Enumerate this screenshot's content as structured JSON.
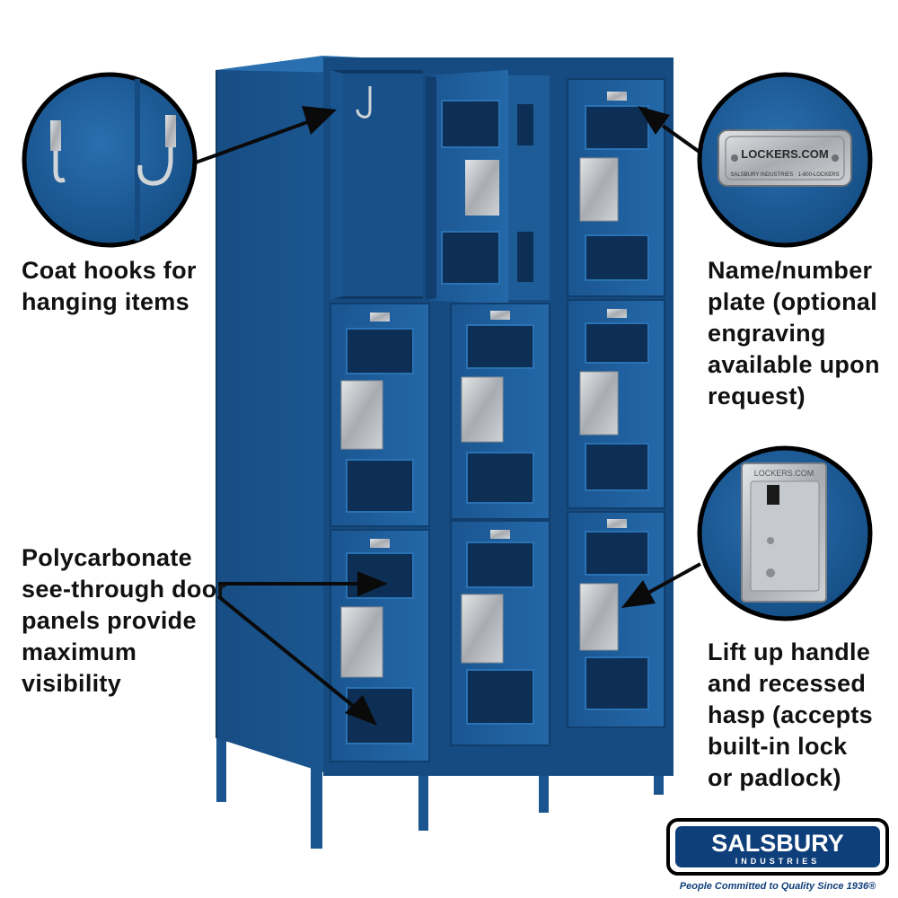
{
  "callouts": {
    "hooks": "Coat hooks for\nhanging items",
    "plate": "Name/number\nplate (optional\nengraving\navailable upon\nrequest)",
    "panels": "Polycarbonate\nsee-through door\npanels provide\nmaximum\nvisibility",
    "hasp": "Lift up handle\nand recessed\nhasp (accepts\nbuilt-in lock\nor padlock)"
  },
  "plate_detail": {
    "brand_text": "LOCKERS.COM",
    "small_text": "SALSBURY INDUSTRIES · 1-800-LOCKERS"
  },
  "hasp_detail": {
    "stamp_text": "LOCKERS.COM"
  },
  "logo": {
    "name": "SALSBURY",
    "sub": "INDUSTRIES",
    "tagline": "People Committed to Quality Since 1936®"
  },
  "colors": {
    "locker_blue": "#1d5c97",
    "locker_dark": "#113e6c",
    "window_dark": "#0d2f55",
    "steel": "#b9bcc0"
  }
}
